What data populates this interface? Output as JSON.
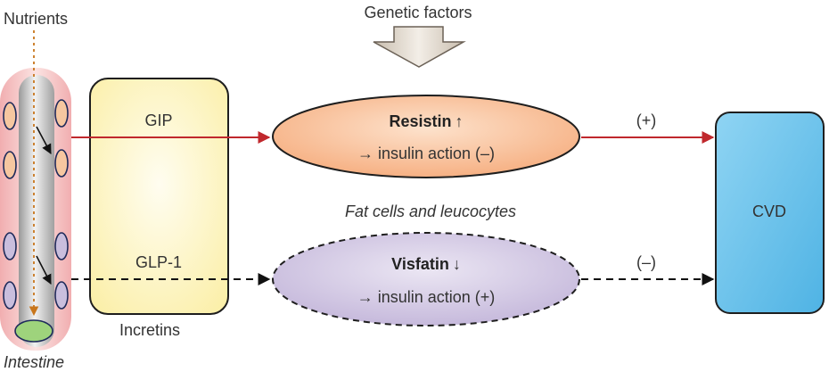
{
  "labels": {
    "nutrients": "Nutrients",
    "intestine": "Intestine",
    "incretins": "Incretins",
    "genetic_factors": "Genetic factors",
    "fat_cells": "Fat cells and leucocytes",
    "cvd": "CVD"
  },
  "incretins": {
    "gip": "GIP",
    "glp1": "GLP-1"
  },
  "resistin": {
    "name": "Resistin",
    "arrow": "↑",
    "effect": "→ insulin action (–)",
    "cvd_effect": "(+)"
  },
  "visfatin": {
    "name": "Visfatin",
    "arrow": "↓",
    "effect": "→ insulin action (+)",
    "cvd_effect": "(–)"
  },
  "colors": {
    "intestine_outer": "#f4c4c4",
    "incretin_box": "#fdf6c4",
    "resistin_fill": "#f7b98a",
    "visfatin_fill": "#c9bedd",
    "cvd_box": "#6cc4ec",
    "red_arrow": "#c0282d",
    "nutrient_line": "#c8761c",
    "cell_orange": "#f6c7a0",
    "cell_purple": "#c9bedd",
    "green_cell": "#9ed37c"
  }
}
